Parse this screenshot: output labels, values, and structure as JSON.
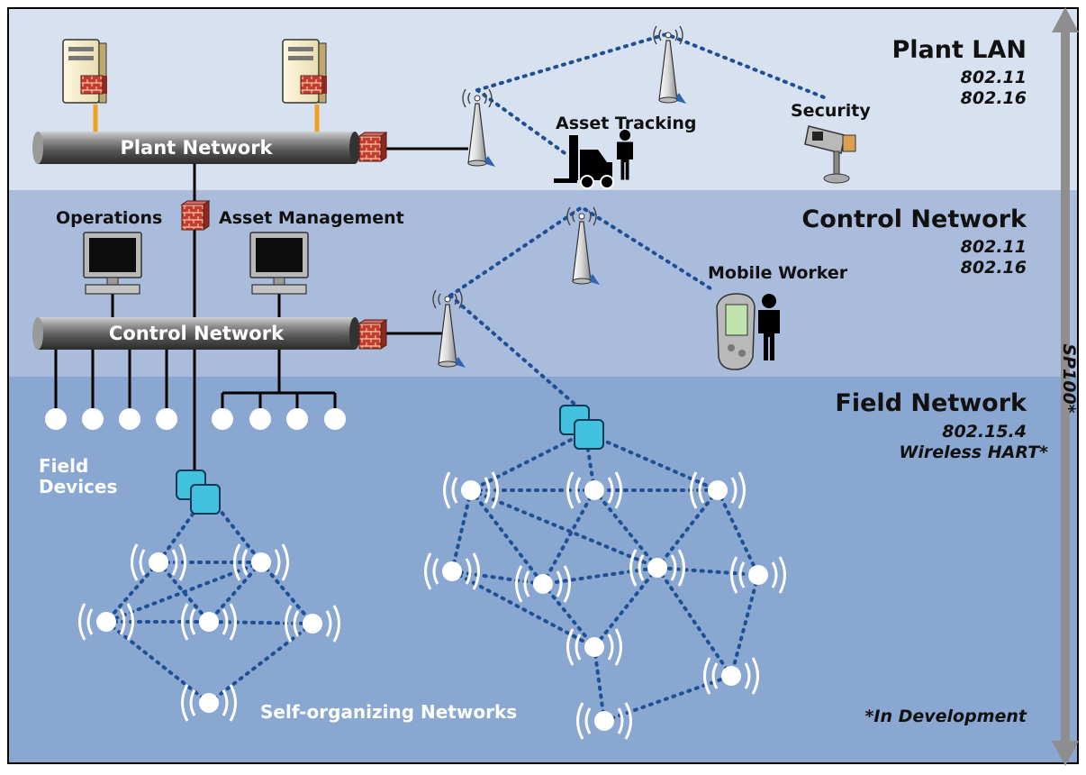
{
  "tiers": {
    "plant": {
      "title": "Plant LAN",
      "standards": [
        "802.11",
        "802.16"
      ]
    },
    "control": {
      "title": "Control Network",
      "standards": [
        "802.11",
        "802.16"
      ]
    },
    "field": {
      "title": "Field Network",
      "standards": [
        "802.15.4",
        "Wireless HART*"
      ]
    }
  },
  "pipes": {
    "plant": "Plant Network",
    "control": "Control Network"
  },
  "labels": {
    "asset_tracking": "Asset Tracking",
    "security": "Security",
    "operations": "Operations",
    "asset_management": "Asset Management",
    "mobile_worker": "Mobile Worker",
    "field_devices_1": "Field",
    "field_devices_2": "Devices",
    "self_organizing": "Self-organizing Networks",
    "in_development": "*In Development",
    "sp100": "SP100*"
  },
  "colors": {
    "plant_band": "#d7e1f0",
    "control_band": "#a9bcdc",
    "field_band": "#89a7d1",
    "dotted_link": "#1f4f95",
    "gateway": "#42c1de",
    "firewall": "#c43b32"
  },
  "icons": [
    "server-icon",
    "firewall-icon",
    "access-point-icon",
    "forklift-icon",
    "person-icon",
    "security-camera-icon",
    "monitor-icon",
    "handheld-icon",
    "gateway-icon",
    "mesh-node-icon"
  ]
}
